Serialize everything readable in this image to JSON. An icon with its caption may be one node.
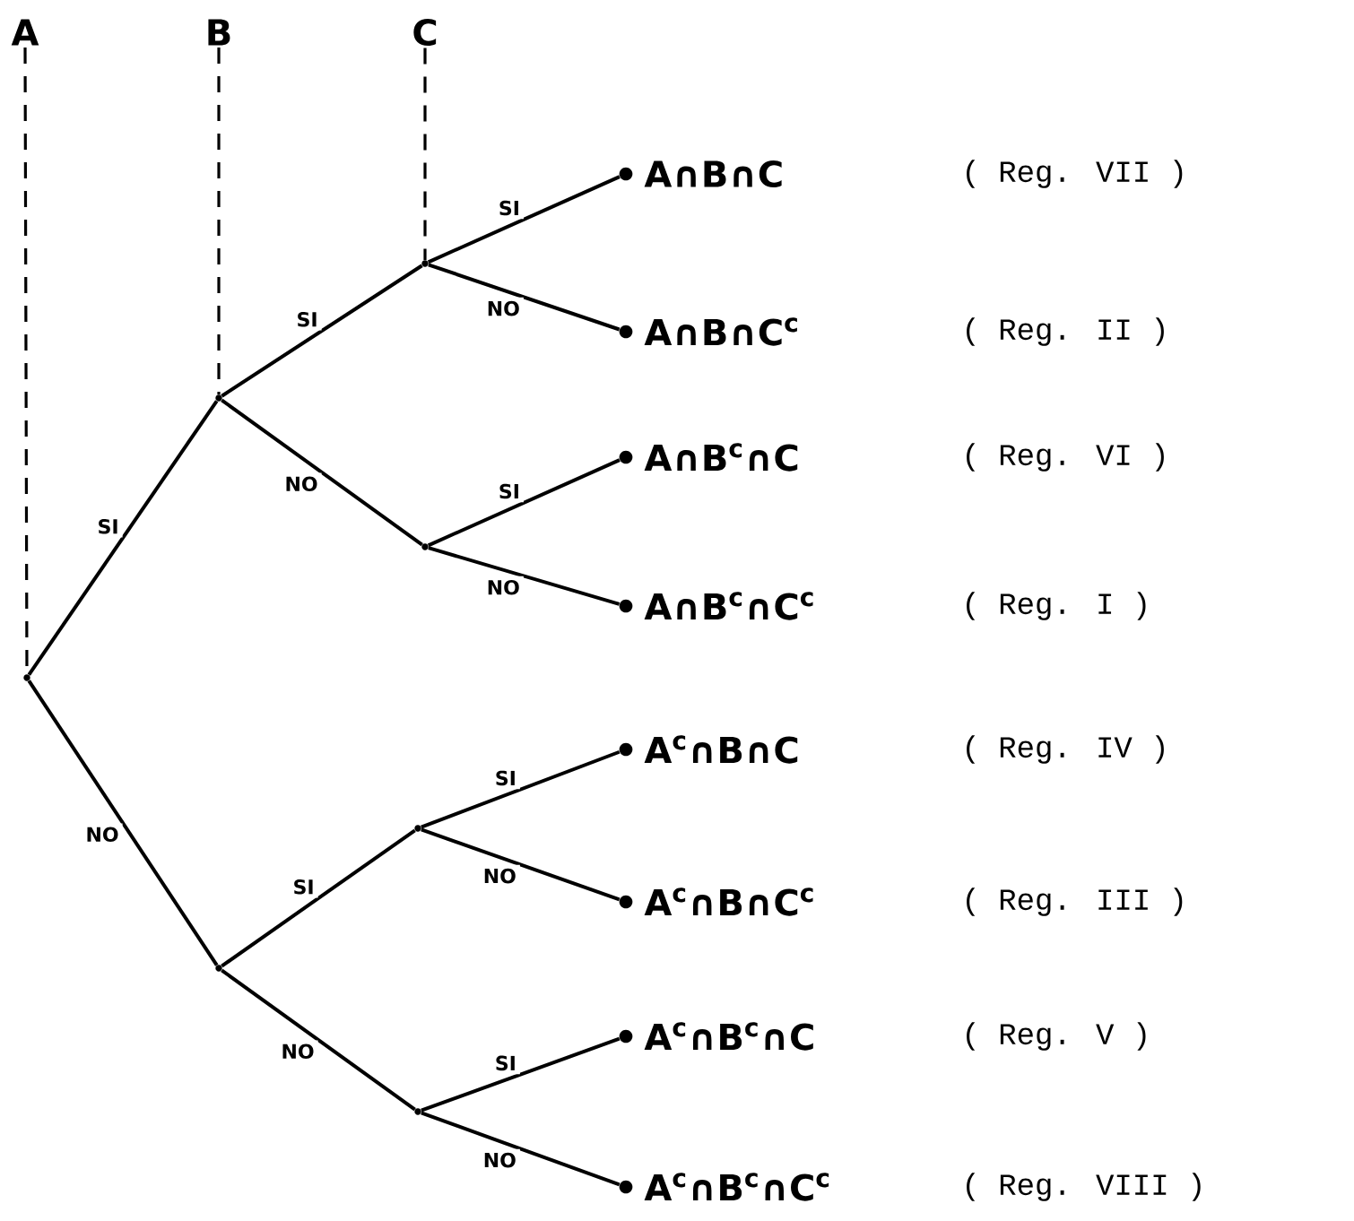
{
  "diagram": {
    "nodes": [
      {
        "text": [
          "A"
        ]
      },
      {
        "text": [
          "B"
        ]
      },
      {
        "text": [
          "C"
        ]
      },
      {
        "text": [],
        "shape": "point"
      },
      {
        "text": [],
        "shape": "point"
      },
      {
        "text": [],
        "shape": "point"
      },
      {
        "text": [],
        "shape": "point"
      },
      {
        "text": [],
        "shape": "point"
      },
      {
        "text": [],
        "shape": "point"
      },
      {
        "text": [],
        "shape": "point"
      },
      {
        "text": [],
        "shape": "dot"
      },
      {
        "text": [],
        "shape": "dot"
      },
      {
        "text": [],
        "shape": "dot"
      },
      {
        "text": [],
        "shape": "dot"
      },
      {
        "text": [],
        "shape": "dot"
      },
      {
        "text": [],
        "shape": "dot"
      },
      {
        "text": [],
        "shape": "dot"
      },
      {
        "text": [],
        "shape": "dot"
      }
    ],
    "edges": [
      {
        "from": 0,
        "to": 3,
        "arrow": "none",
        "style": "dashed"
      },
      {
        "from": 1,
        "to": 4,
        "arrow": "none",
        "style": "dashed"
      },
      {
        "from": 2,
        "to": 6,
        "arrow": "none",
        "style": "dashed"
      },
      {
        "from": 3,
        "to": 4,
        "arrow": "none",
        "label": "SI"
      },
      {
        "from": 3,
        "to": 5,
        "arrow": "none",
        "label": "NO"
      },
      {
        "from": 4,
        "to": 6,
        "arrow": "none",
        "label": "SI"
      },
      {
        "from": 4,
        "to": 7,
        "arrow": "none",
        "label": "NO"
      },
      {
        "from": 5,
        "to": 8,
        "arrow": "none",
        "label": "SI"
      },
      {
        "from": 5,
        "to": 9,
        "arrow": "none",
        "label": "NO"
      },
      {
        "from": 6,
        "to": 10,
        "arrow": "none",
        "label": "SI"
      },
      {
        "from": 6,
        "to": 11,
        "arrow": "none",
        "label": "NO"
      },
      {
        "from": 7,
        "to": 12,
        "arrow": "none",
        "label": "SI"
      },
      {
        "from": 7,
        "to": 13,
        "arrow": "none",
        "label": "NO"
      },
      {
        "from": 8,
        "to": 14,
        "arrow": "none",
        "label": "SI"
      },
      {
        "from": 8,
        "to": 15,
        "arrow": "none",
        "label": "NO"
      },
      {
        "from": 9,
        "to": 16,
        "arrow": "none",
        "label": "SI"
      },
      {
        "from": 9,
        "to": 17,
        "arrow": "none",
        "label": "NO"
      }
    ],
    "labels": [
      "A∩B∩C",
      "( Reg. VII )",
      "A∩B∩C$^{c}$",
      "( Reg. II )",
      "A∩B$^{c}$∩C",
      "( Reg. VI )",
      "A∩B$^{c}$∩C$^{c}$",
      "( Reg. I )",
      "A$^{c}$∩B∩C",
      "( Reg. IV )",
      "A$^{c}$∩B∩C$^{c}$",
      "( Reg. III )",
      "A$^{c}$∩B$^{c}$∩C",
      "( Reg. V )",
      "A$^{c}$∩B$^{c}$∩C$^{c}$",
      "( Reg. VIII )"
    ]
  }
}
